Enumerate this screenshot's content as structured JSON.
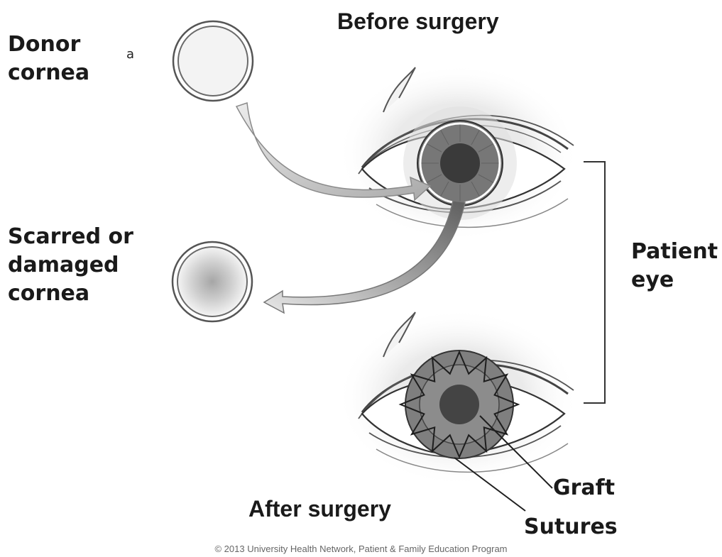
{
  "labels": {
    "before_surgery": "Before surgery",
    "after_surgery": "After surgery",
    "donor_cornea": [
      "Donor",
      "cornea"
    ],
    "damaged_cornea": [
      "Scarred or",
      "damaged",
      "cornea"
    ],
    "patient_eye": [
      "Patient",
      "eye"
    ],
    "graft": "Graft",
    "sutures": "Sutures",
    "stray_glyph": "a"
  },
  "copyright": "© 2013 University Health Network, Patient & Family Education Program",
  "colors": {
    "text": "#1a1a1a",
    "outline": "#3a3a3a",
    "iris": "#7d7d7d",
    "pupil": "#3c3c3c",
    "arrow_light": "#dcdcdc",
    "arrow_dark": "#6a6a6a"
  }
}
